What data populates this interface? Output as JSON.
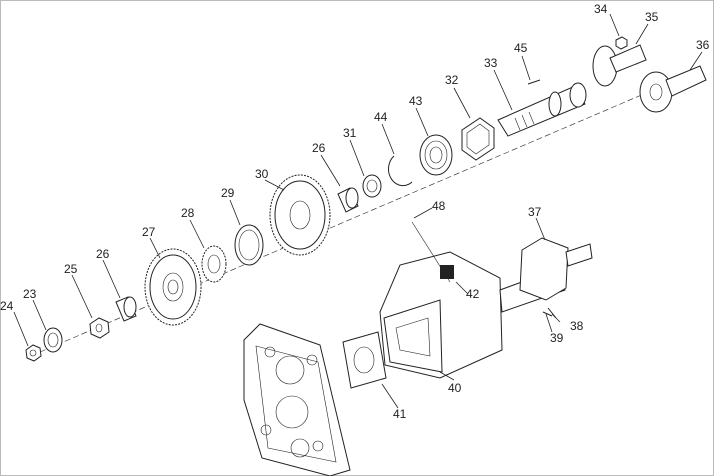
{
  "labels": {
    "p23": "23",
    "p24": "24",
    "p25": "25",
    "p26a": "26",
    "p26b": "26",
    "p27": "27",
    "p28": "28",
    "p29": "29",
    "p30": "30",
    "p31": "31",
    "p32": "32",
    "p33": "33",
    "p34": "34",
    "p35": "35",
    "p36": "36",
    "p37": "37",
    "p38": "38",
    "p39": "39",
    "p40": "40",
    "p41": "41",
    "p42": "42",
    "p43": "43",
    "p44": "44",
    "p45": "45",
    "p48": "48"
  }
}
